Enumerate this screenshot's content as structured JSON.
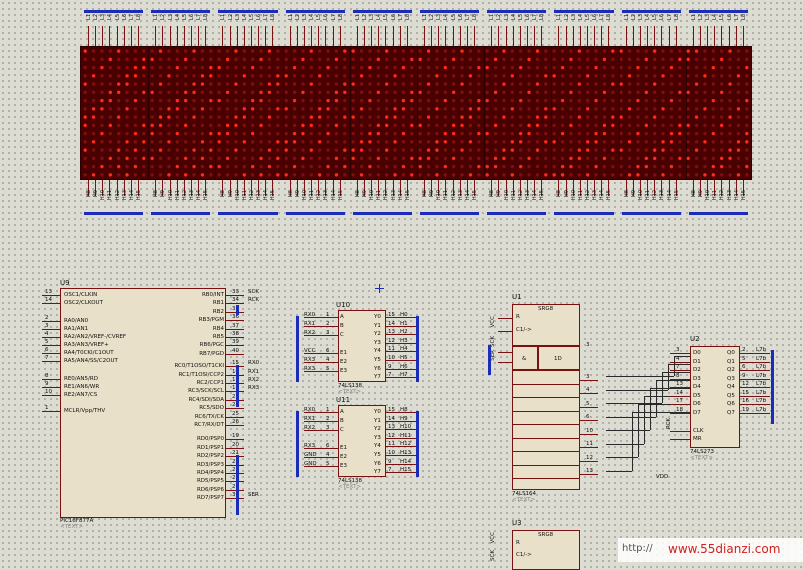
{
  "matrix": {
    "modules": 10,
    "top_bus_label": "L1 L2 L3 L4 L5 L6 L7 L8",
    "bottom_bus_label": "H8 H9 H10 H11 H12 H13 H14 H15",
    "colors": {
      "panel": "#4a0000",
      "led_on": "#ff2a1a",
      "led_off": "#7a1010",
      "bus": "#1a2cb8"
    }
  },
  "mcu": {
    "ref": "U9",
    "part": "PIC16F877A",
    "text_tag": "<TEXT>",
    "left_pins": [
      {
        "num": "13",
        "name": "OSC1/CLKIN"
      },
      {
        "num": "14",
        "name": "OSC2/CLKOUT"
      },
      {
        "num": "2",
        "name": "RA0/AN0"
      },
      {
        "num": "3",
        "name": "RA1/AN1"
      },
      {
        "num": "4",
        "name": "RA2/AN2/VREF-/CVREF"
      },
      {
        "num": "5",
        "name": "RA3/AN3/VREF+"
      },
      {
        "num": "6",
        "name": "RA4/T0CKI/C1OUT"
      },
      {
        "num": "7",
        "name": "RA5/AN4/SS/C2OUT"
      },
      {
        "num": "8",
        "name": "RE0/AN5/RD"
      },
      {
        "num": "9",
        "name": "RE1/AN6/WR"
      },
      {
        "num": "10",
        "name": "RE2/AN7/CS"
      },
      {
        "num": "1",
        "name": "MCLR/Vpp/THV"
      }
    ],
    "right_pins": [
      {
        "num": "33",
        "name": "RB0/INT",
        "net": "SCK"
      },
      {
        "num": "34",
        "name": "RB1",
        "net": "RCK"
      },
      {
        "num": "35",
        "name": "RB2",
        "net": ""
      },
      {
        "num": "36",
        "name": "RB3/PGM",
        "net": ""
      },
      {
        "num": "37",
        "name": "RB4",
        "net": ""
      },
      {
        "num": "38",
        "name": "RB5",
        "net": ""
      },
      {
        "num": "39",
        "name": "RB6/PGC",
        "net": ""
      },
      {
        "num": "40",
        "name": "RB7/PGD",
        "net": ""
      },
      {
        "num": "15",
        "name": "RC0/T1OSO/T1CKI",
        "net": "RX0"
      },
      {
        "num": "16",
        "name": "RC1/T1OSI/CCP2",
        "net": "RX1"
      },
      {
        "num": "17",
        "name": "RC2/CCP1",
        "net": "RX2"
      },
      {
        "num": "18",
        "name": "RC3/SCK/SCL",
        "net": "RX3"
      },
      {
        "num": "23",
        "name": "RC4/SDI/SDA",
        "net": ""
      },
      {
        "num": "24",
        "name": "RC5/SDO",
        "net": ""
      },
      {
        "num": "25",
        "name": "RC6/TX/CK",
        "net": ""
      },
      {
        "num": "26",
        "name": "RC7/RX/DT",
        "net": ""
      },
      {
        "num": "19",
        "name": "RD0/PSP0",
        "net": ""
      },
      {
        "num": "20",
        "name": "RD1/PSP1",
        "net": ""
      },
      {
        "num": "21",
        "name": "RD2/PSP2",
        "net": ""
      },
      {
        "num": "22",
        "name": "RD3/PSP3",
        "net": ""
      },
      {
        "num": "27",
        "name": "RD4/PSP4",
        "net": ""
      },
      {
        "num": "28",
        "name": "RD5/PSP5",
        "net": ""
      },
      {
        "num": "29",
        "name": "RD6/PSP6",
        "net": ""
      },
      {
        "num": "30",
        "name": "RD7/PSP7",
        "net": "SER"
      }
    ]
  },
  "decoders": [
    {
      "ref": "U10",
      "part": "74LS138",
      "text_tag": "<TEXT>",
      "in_pins": [
        "A",
        "B",
        "C",
        "",
        "E1",
        "E2",
        "E3"
      ],
      "in_nets": [
        "RX0",
        "RX1",
        "RX2",
        "",
        "VCC",
        "RX3",
        "RX3"
      ],
      "in_nums": [
        "1",
        "2",
        "3",
        "",
        "6",
        "4",
        "5"
      ],
      "out_pins": [
        "Y0",
        "Y1",
        "Y2",
        "Y3",
        "Y4",
        "Y5",
        "Y6",
        "Y7"
      ],
      "out_nums": [
        "15",
        "14",
        "13",
        "12",
        "11",
        "10",
        "9",
        "7"
      ],
      "out_nets": [
        "H0",
        "H1",
        "H2",
        "H3",
        "H4",
        "H5",
        "H6",
        "H7"
      ]
    },
    {
      "ref": "U11",
      "part": "74LS138",
      "text_tag": "<TEXT>",
      "in_pins": [
        "A",
        "B",
        "C",
        "",
        "E1",
        "E2",
        "E3"
      ],
      "in_nets": [
        "RX0",
        "RX1",
        "RX2",
        "",
        "RX3",
        "GND",
        "GND"
      ],
      "in_nums": [
        "1",
        "2",
        "3",
        "",
        "6",
        "4",
        "5"
      ],
      "out_pins": [
        "Y0",
        "Y1",
        "Y2",
        "Y3",
        "Y4",
        "Y5",
        "Y6",
        "Y7"
      ],
      "out_nums": [
        "15",
        "14",
        "13",
        "12",
        "11",
        "10",
        "9",
        "7"
      ],
      "out_nets": [
        "H8",
        "H9",
        "H10",
        "H11",
        "H12",
        "H13",
        "H14",
        "H15"
      ]
    }
  ],
  "shift_reg": {
    "ref": "U1",
    "part": "74LS164",
    "text_tag": "<TEXT>",
    "header": "SRG8",
    "r_label": "R",
    "c_label": "C1/->",
    "amp": "&",
    "d_label": "1D",
    "in_nets": [
      "VCC",
      "SCK",
      "SER"
    ],
    "in_nums": [
      "9",
      "8",
      "1",
      "2"
    ],
    "out_nums": [
      "3",
      "4",
      "5",
      "6",
      "10",
      "11",
      "12",
      "13"
    ]
  },
  "latch": {
    "ref": "U2",
    "part": "74LS273",
    "text_tag": "<TEXT>",
    "d_pins": [
      "D0",
      "D1",
      "D2",
      "D3",
      "D4",
      "D5",
      "D6",
      "D7"
    ],
    "d_nums": [
      "3",
      "4",
      "7",
      "8",
      "13",
      "14",
      "17",
      "18"
    ],
    "q_pins": [
      "Q0",
      "Q1",
      "Q2",
      "Q3",
      "Q4",
      "Q5",
      "Q6",
      "Q7"
    ],
    "q_nums": [
      "2",
      "5",
      "6",
      "9",
      "12",
      "15",
      "16",
      "19"
    ],
    "q_nets": [
      "L7b",
      "L7b",
      "L7b",
      "L7b",
      "L7b",
      "L7b",
      "L7b",
      "L7b"
    ],
    "clk": "CLK",
    "mr": "MR",
    "clk_num": "11",
    "mr_num": "1",
    "clk_net": "RCK",
    "mr_net": "VDD"
  },
  "shift_reg2": {
    "ref": "U3",
    "header": "SRG8",
    "r_label": "R",
    "c_label": "C1/->",
    "in_nets": [
      "VCC",
      "SCK"
    ]
  },
  "watermark": {
    "text": "www.55dianzi.com",
    "prefix": "http://"
  }
}
